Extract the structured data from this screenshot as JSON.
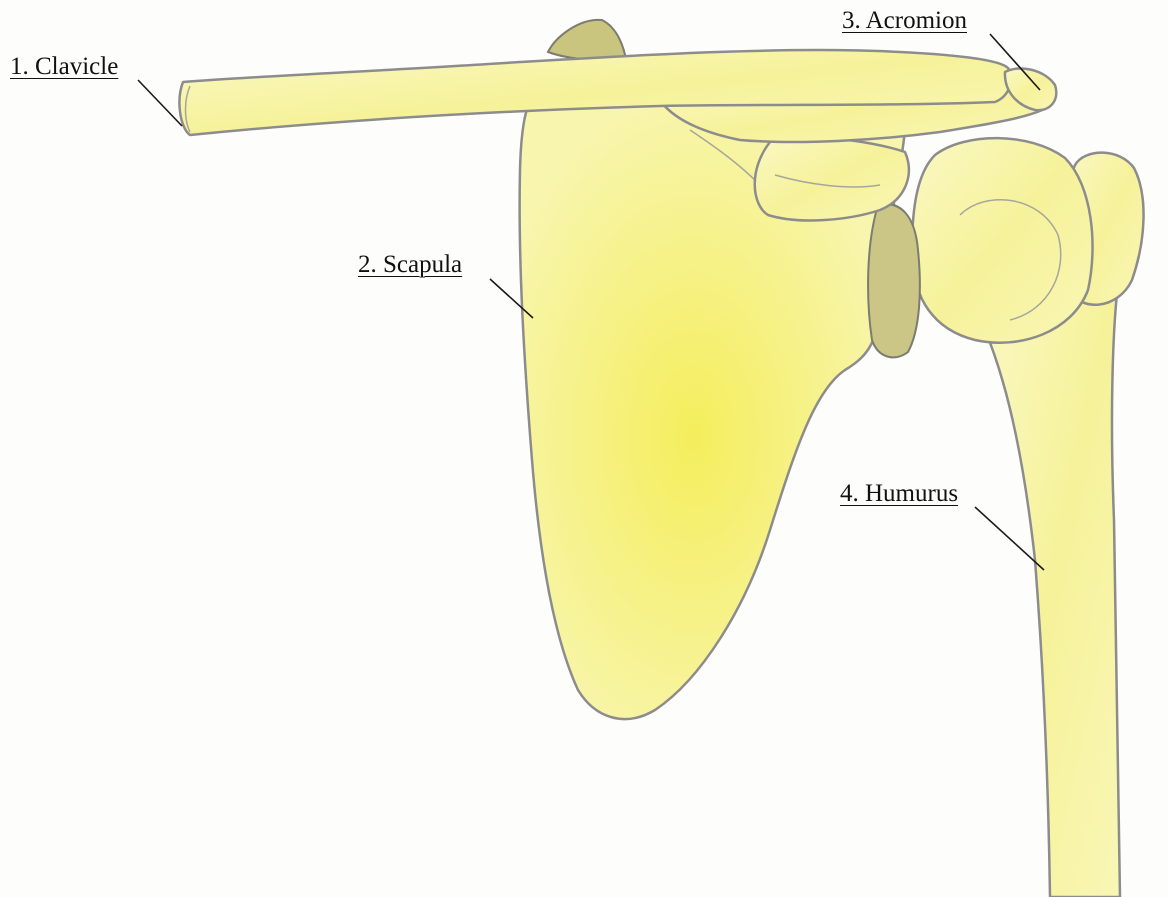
{
  "labels": {
    "clavicle": "1. Clavicle",
    "scapula": "2. Scapula",
    "acromion": "3. Acromion",
    "humerus": "4. Humurus"
  },
  "colors": {
    "bone_fill": "#f7f5a8",
    "bone_highlight": "#f3ee6e",
    "shadow_fill": "#c9c47e",
    "outline": "#8c8c8c",
    "leader_line": "#1a1a1a",
    "background": "#fdfdfb"
  }
}
